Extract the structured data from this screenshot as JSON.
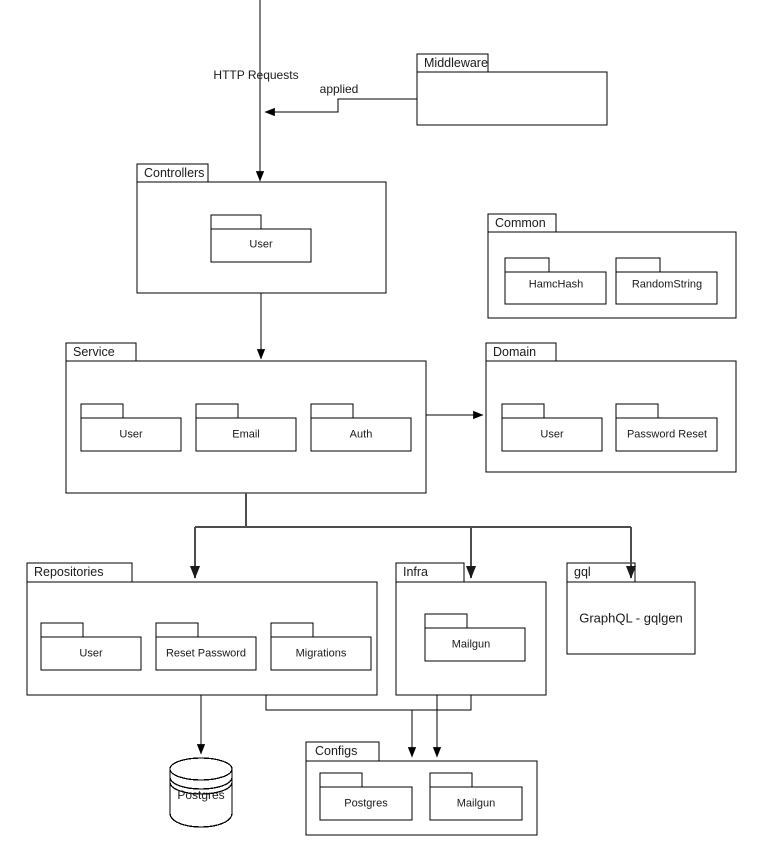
{
  "diagram": {
    "type": "layered-architecture-package-diagram",
    "title": "",
    "colors": {
      "stroke": "#000000",
      "connector": "#4d4d4d",
      "text": "#1a1a1a",
      "background": "#ffffff"
    },
    "edge_labels": {
      "http_requests": "HTTP Requests",
      "applied": "applied"
    },
    "groups": [
      {
        "id": "middleware",
        "label": "Middleware",
        "packages": []
      },
      {
        "id": "controllers",
        "label": "Controllers",
        "packages": [
          {
            "label": "User"
          }
        ]
      },
      {
        "id": "common",
        "label": "Common",
        "packages": [
          {
            "label": "HamcHash"
          },
          {
            "label": "RandomString"
          }
        ]
      },
      {
        "id": "service",
        "label": "Service",
        "packages": [
          {
            "label": "User"
          },
          {
            "label": "Email"
          },
          {
            "label": "Auth"
          }
        ]
      },
      {
        "id": "domain",
        "label": "Domain",
        "packages": [
          {
            "label": "User"
          },
          {
            "label": "Password Reset"
          }
        ]
      },
      {
        "id": "repositories",
        "label": "Repositories",
        "packages": [
          {
            "label": "User"
          },
          {
            "label": "Reset Password"
          },
          {
            "label": "Migrations"
          }
        ]
      },
      {
        "id": "infra",
        "label": "Infra",
        "packages": [
          {
            "label": "Mailgun"
          }
        ]
      },
      {
        "id": "gql",
        "label": "gql",
        "packages": [],
        "body_text": "GraphQL - gqlgen"
      },
      {
        "id": "configs",
        "label": "Configs",
        "packages": [
          {
            "label": "Postgres"
          },
          {
            "label": "Mailgun"
          }
        ]
      }
    ],
    "datastore": {
      "id": "postgres-db",
      "label": "Postgres"
    }
  }
}
